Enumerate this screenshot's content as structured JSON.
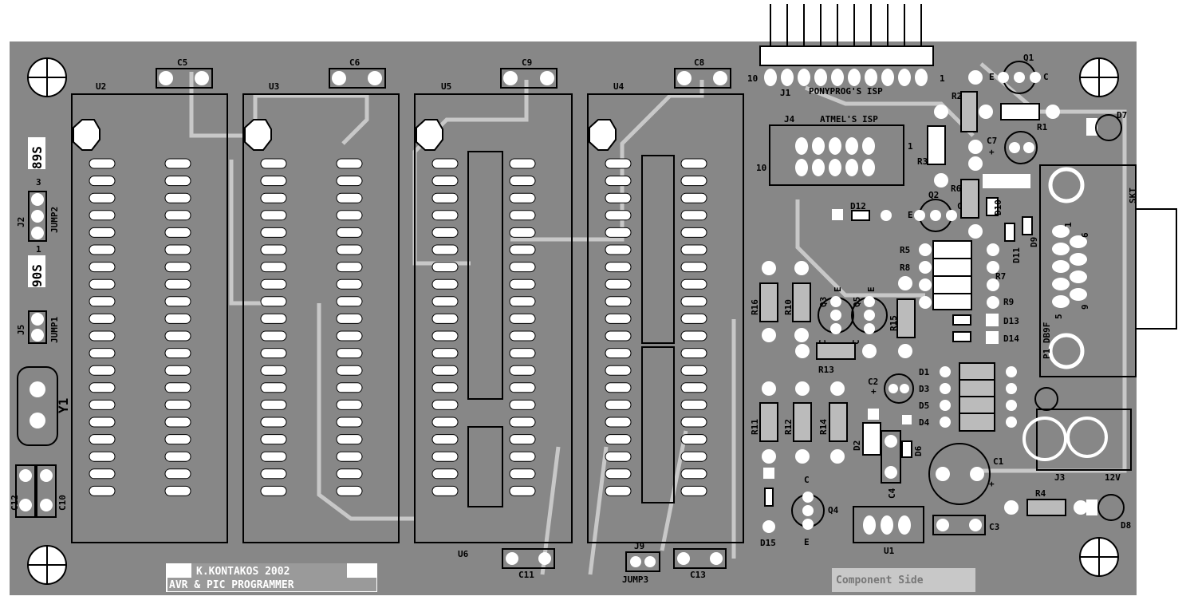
{
  "board": {
    "colors": {
      "board": "#878787",
      "trace": "#c8c8c8",
      "pad": "#ffffff",
      "silk": "#000000"
    },
    "credit_line1": "K.KONTAKOS 2002",
    "credit_line2": "AVR & PIC PROGRAMMER",
    "side_label": "Component Side"
  },
  "sockets": [
    {
      "ref": "U2",
      "cap": "C5"
    },
    {
      "ref": "U3",
      "cap": "C6"
    },
    {
      "ref": "U5",
      "cap": "C9"
    },
    {
      "ref": "U4",
      "cap": "C8"
    }
  ],
  "connectors": {
    "j1_ref": "J1",
    "j1_name": "PONYPROG'S ISP",
    "j1_pin10": "10",
    "j1_pin1": "1",
    "j4_ref": "J4",
    "j4_name": "ATMEL'S ISP",
    "j4_pin10": "10",
    "j4_pin1": "1",
    "p1": "P1 DB9F",
    "skt": "SKT",
    "p1_pin1": "1",
    "p1_pin5": "5",
    "p1_pin6": "6",
    "p1_pin9": "9",
    "j3": "J3",
    "j3_volt": "12V"
  },
  "left": {
    "sel1": "89S",
    "sel2": "90S",
    "j2": "J2",
    "jump2": "JUMP2",
    "pin3": "3",
    "pin1": "1",
    "j5": "J5",
    "jump1": "JUMP1",
    "y1": "Y1",
    "c12": "C12",
    "c10": "C10"
  },
  "parts": {
    "q1": "Q1",
    "q2": "Q2",
    "q3": "Q3",
    "q4": "Q4",
    "q5": "Q5",
    "e": "E",
    "c": "C",
    "r1": "R1",
    "r2": "R2",
    "r3": "R3",
    "r4": "R4",
    "r5": "R5",
    "r6": "R6",
    "r7": "R7",
    "r8": "R8",
    "r9": "R9",
    "r10": "R10",
    "r11": "R11",
    "r12": "R12",
    "r13": "R13",
    "r14": "R14",
    "r15": "R15",
    "r16": "R16",
    "d1": "D1",
    "d2": "D2",
    "d3": "D3",
    "d4": "D4",
    "d5": "D5",
    "d6": "D6",
    "d7": "D7",
    "d8": "D8",
    "d9": "D9",
    "d10": "D10",
    "d11": "D11",
    "d12": "D12",
    "d13": "D13",
    "d14": "D14",
    "d15": "D15",
    "c1": "C1",
    "c2": "C2",
    "c3": "C3",
    "c4": "C4",
    "c7": "C7",
    "c11": "C11",
    "c13": "C13",
    "u1": "U1",
    "u6": "U6",
    "j9": "J9",
    "jump3": "JUMP3",
    "plus": "+"
  }
}
